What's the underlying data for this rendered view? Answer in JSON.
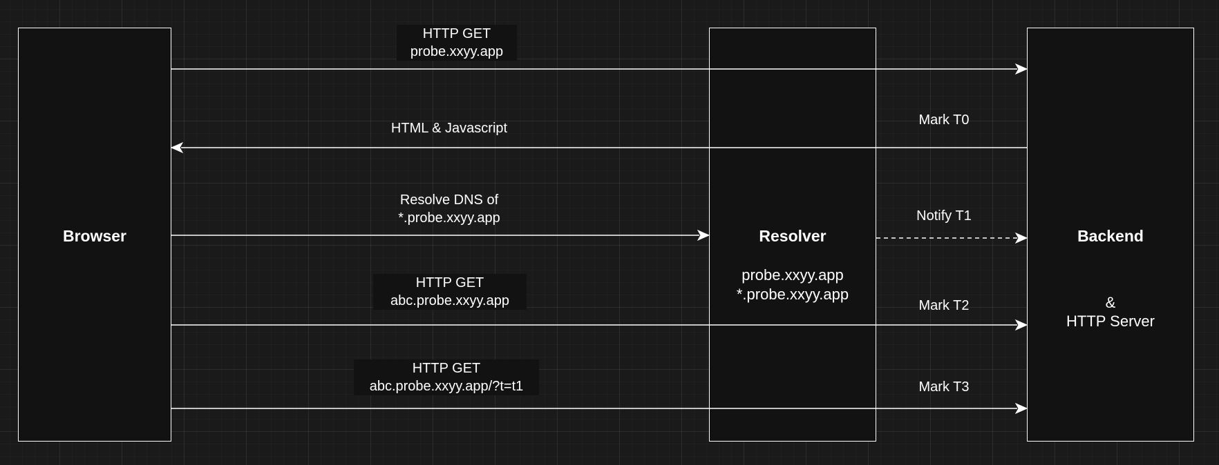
{
  "participants": {
    "browser": {
      "title": "Browser"
    },
    "resolver": {
      "title": "Resolver",
      "line1": "probe.xxyy.app",
      "line2": "*.probe.xxyy.app"
    },
    "backend": {
      "title": "Backend",
      "line1": "&",
      "line2": "HTTP Server"
    }
  },
  "messages": [
    {
      "line1": "HTTP GET",
      "line2": "probe.xxyy.app",
      "from": "Browser",
      "to": "Backend",
      "style": "solid"
    },
    {
      "line1": "HTML & Javascript",
      "line2": "",
      "from": "Backend",
      "to": "Browser",
      "style": "solid"
    },
    {
      "line1": "Resolve DNS of",
      "line2": "*.probe.xxyy.app",
      "from": "Browser",
      "to": "Resolver",
      "style": "solid"
    },
    {
      "line1": "Notify T1",
      "line2": "",
      "from": "Resolver",
      "to": "Backend",
      "style": "dashed"
    },
    {
      "line1": "HTTP GET",
      "line2": "abc.probe.xxyy.app",
      "from": "Browser",
      "to": "Backend",
      "style": "solid"
    },
    {
      "line1": "HTTP GET",
      "line2": "abc.probe.xxyy.app/?t=t1",
      "from": "Browser",
      "to": "Backend",
      "style": "solid"
    }
  ],
  "marks": [
    "Mark T0",
    "Mark T2",
    "Mark T3"
  ],
  "colors": {
    "background": "#1a1a1a",
    "box_fill": "#121212",
    "stroke": "#ffffff"
  }
}
